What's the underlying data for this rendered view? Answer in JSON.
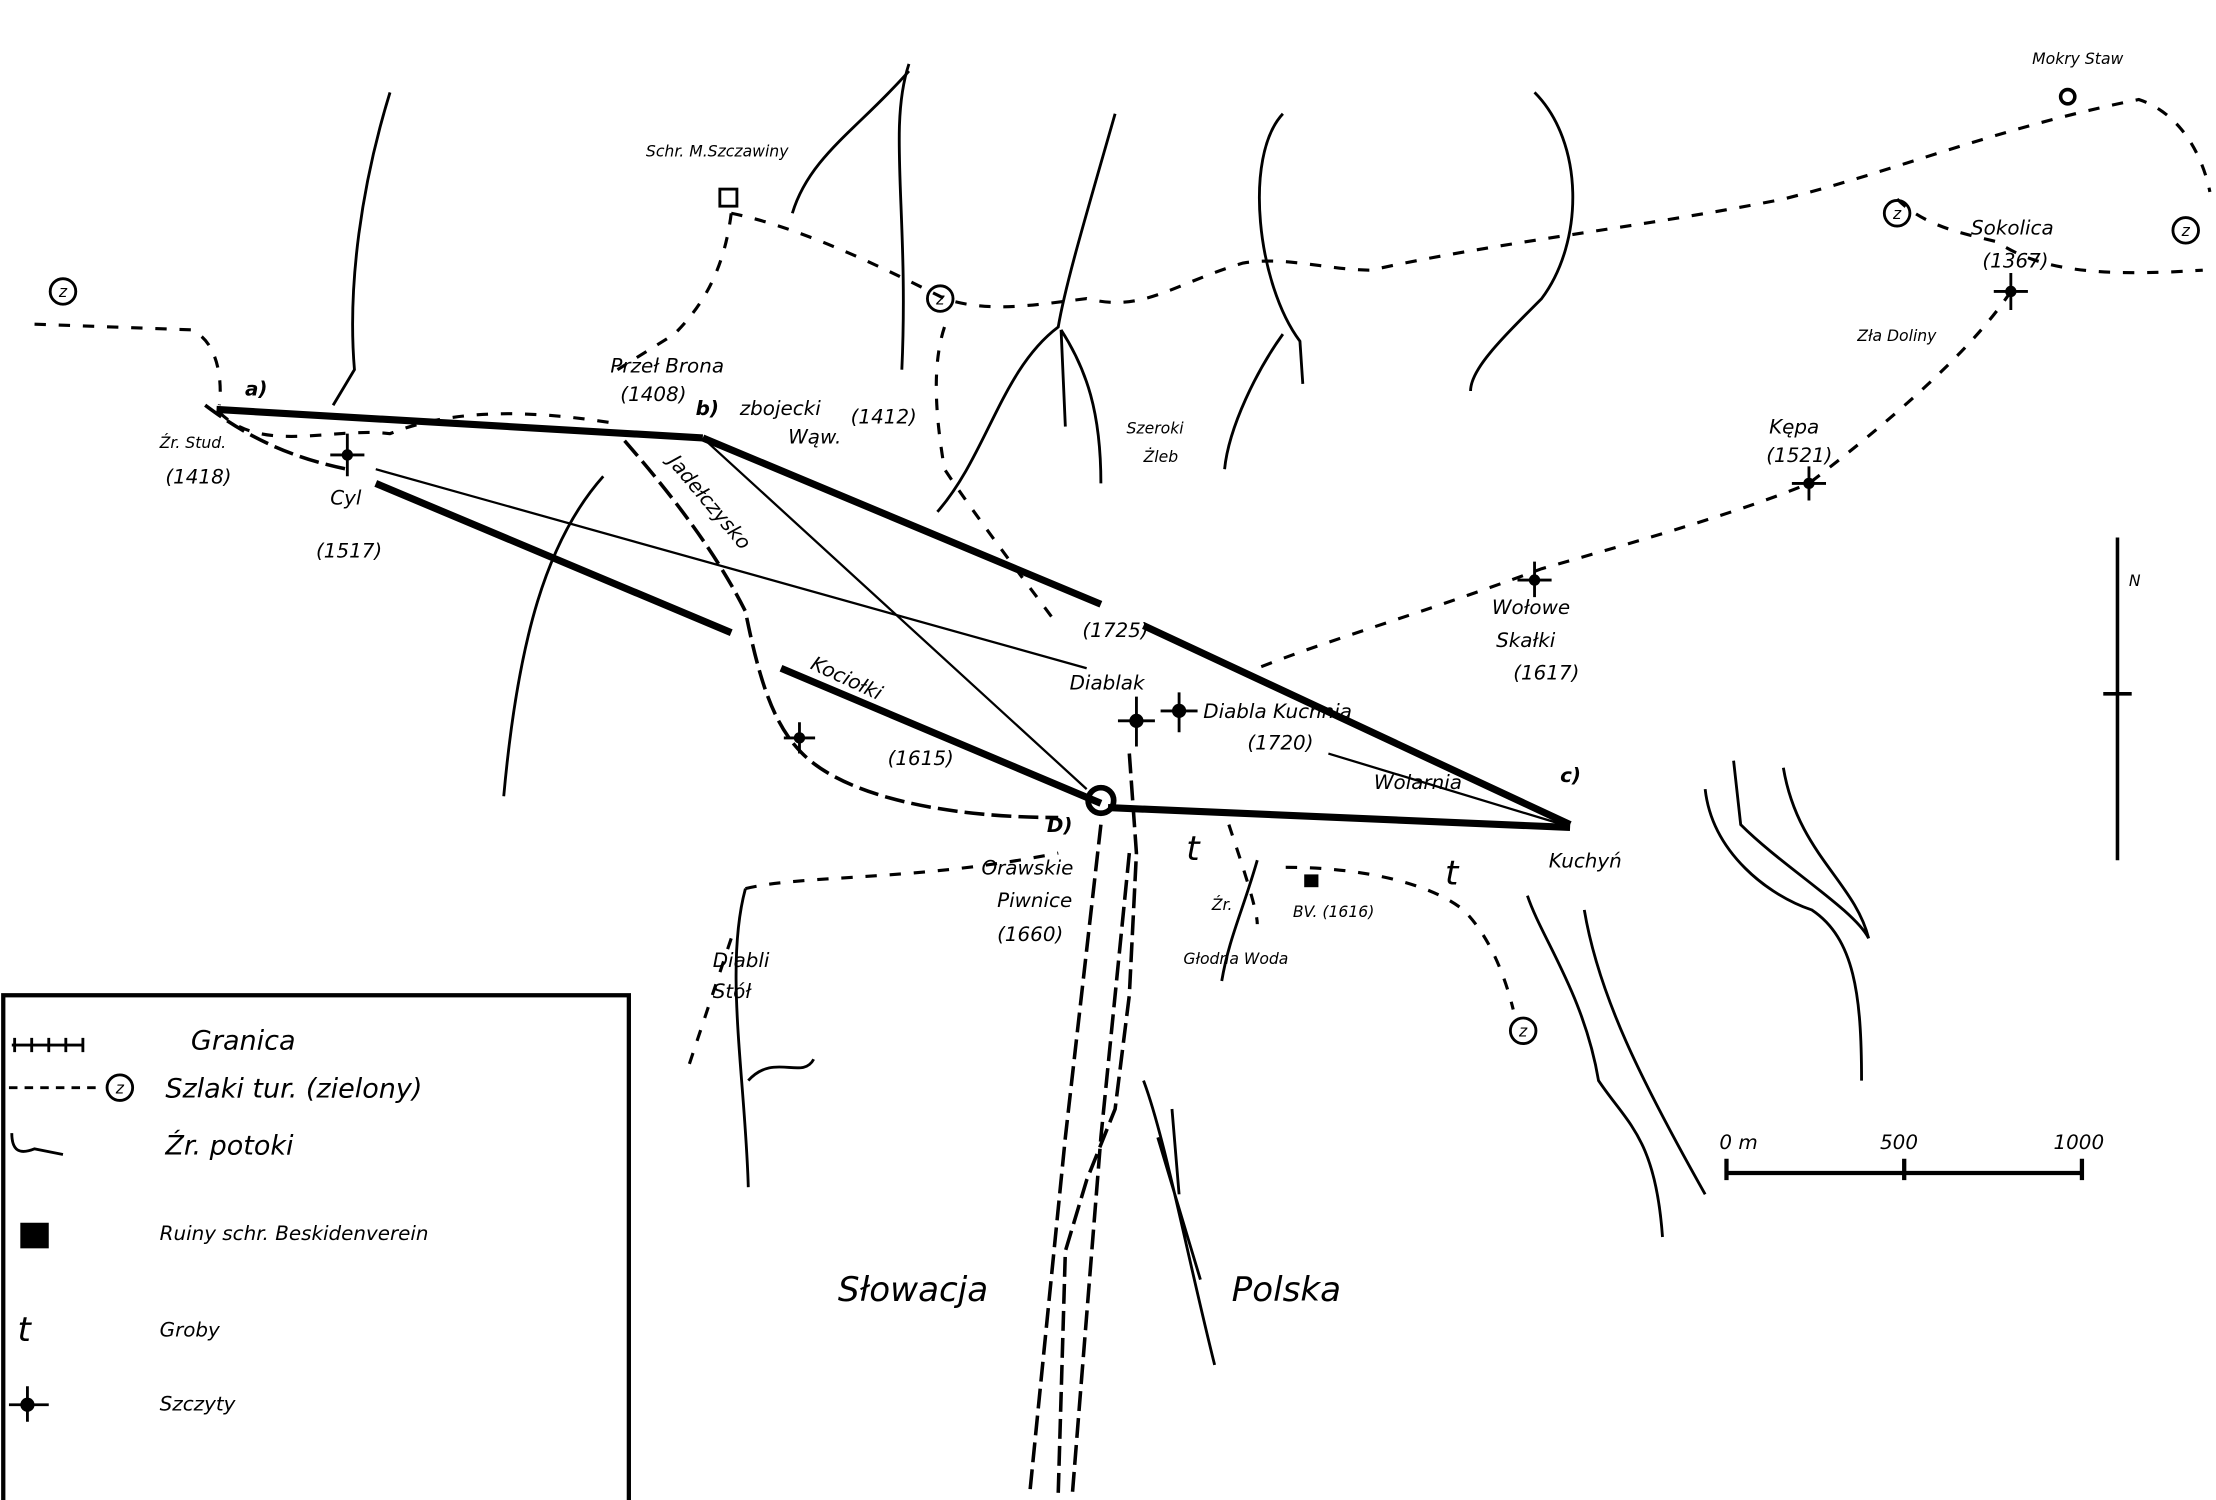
{
  "places": {
    "mokry_staw": "Mokry Staw",
    "schr": "Schr. M.Szczawiny",
    "sokolica": "Sokolica",
    "sokolica_h": "(1367)",
    "zla_doliny": "Zła Doliny",
    "kepa": "Kępa",
    "kepa_h": "(1521)",
    "przel_brona": "Przeł Brona",
    "przel_brona_h": "(1408)",
    "zbojecki": "zbojecki",
    "zbojecki2": "Wąw.",
    "zbojecki_h": "(1412)",
    "szeroki": "Szeroki",
    "szeroki2": "Żleb",
    "zl_stud": "Źr. Stud.",
    "zl_stud_h": "(1418)",
    "cyl": "Cyl",
    "cyl_h": "(1517)",
    "jalowcowa": "Jadełczysko",
    "peak_1725": "(1725)",
    "diablak": "Diablak",
    "diabla_kuchnia": "Diabla Kuchnia",
    "diabla_kuchnia_h": "(1720)",
    "wolowe": "Wołowe",
    "wolowe2": "Skałki",
    "wolowe_h": "(1617)",
    "kociolki": "Kociołki",
    "kociolki_h": "(1615)",
    "orawskie": "Orawskie",
    "orawskie2": "Piwnice",
    "orawskie_h": "(1660)",
    "wolarnia": "Wolarnia",
    "kuchyn": "Kuchyń",
    "bv": "BV. (1616)",
    "zr": "Źr.",
    "glodna_woda": "Głodna Woda",
    "diabli_stol": "Diabli",
    "diabli_stol2": "Stół",
    "slowacja": "Słowacja",
    "polska": "Polska"
  },
  "point_labels": {
    "a": "a)",
    "b": "b)",
    "c": "c)",
    "d": "D)"
  },
  "trail_marker": "z",
  "grave_symbol": "t",
  "north": "N",
  "scale": {
    "l0": "0 m",
    "l1": "500",
    "l2": "1000"
  },
  "legend": {
    "items": [
      {
        "symbol": "border-icon",
        "label": "Granica"
      },
      {
        "symbol": "trail-icon",
        "label": "Szlaki tur. (zielony)"
      },
      {
        "symbol": "spring-icon",
        "label": "Źr. potoki"
      },
      {
        "symbol": "ruin-icon",
        "label": "Ruiny schr. Beskidenverein"
      },
      {
        "symbol": "grave-icon",
        "label": "Groby"
      },
      {
        "symbol": "peak-icon",
        "label": "Szczyty"
      }
    ]
  }
}
